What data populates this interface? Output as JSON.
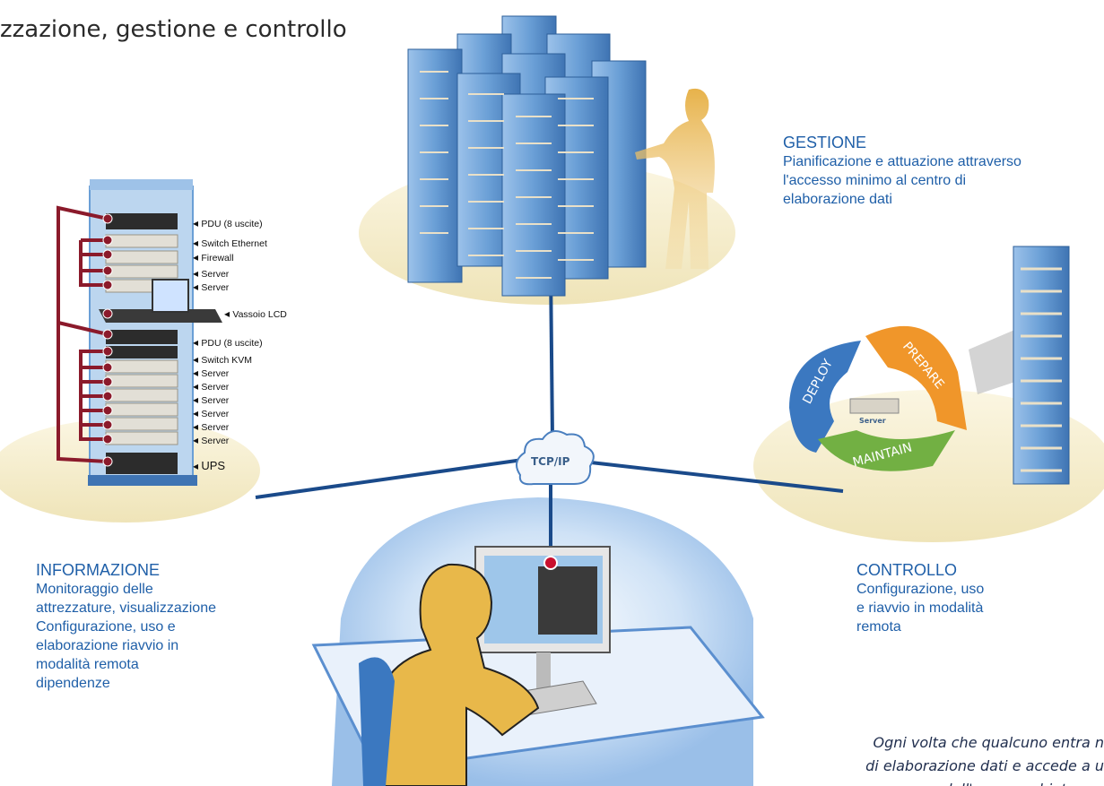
{
  "title": "zzazione, gestione e controllo",
  "gestione": {
    "heading": "GESTIONE",
    "lines": [
      "Pianificazione e attuazione attraverso",
      "l'accesso minimo al centro di",
      "elaborazione dati"
    ]
  },
  "informazione": {
    "heading": "INFORMAZIONE",
    "lines": [
      "Monitoraggio delle",
      "attrezzature, visualizzazione",
      "Configurazione, uso e",
      "elaborazione  riavvio in",
      "modalità remota",
      "dipendenze"
    ]
  },
  "controllo": {
    "heading": "CONTROLLO",
    "lines": [
      "Configurazione, uso",
      "e riavvio in modalità",
      "remota"
    ]
  },
  "rack_labels": [
    "PDU (8 uscite)",
    "Switch Ethernet",
    "Firewall",
    "Server",
    "Server",
    "Vassoio LCD",
    "PDU (8 uscite)",
    "Switch KVM",
    "Server",
    "Server",
    "Server",
    "Server",
    "Server",
    "Server",
    "UPS"
  ],
  "cloud_label": "TCP/IP",
  "cycle": {
    "prepare": "PREPARE",
    "deploy": "DEPLOY",
    "maintain": "MAINTAIN",
    "center": "Server"
  },
  "quote_lines": [
    "Ogni volta che qualcuno entra n",
    "di elaborazione dati e  accede a u",
    "dell'apparecchiatura..."
  ],
  "colors": {
    "text_blue": "#1f5fa8",
    "cable": "#8b1a2b",
    "link": "#1a4a8a",
    "platform": "#f4ecc8",
    "rack_blue": "#6a9fd6",
    "person": "#e8b84a",
    "prepare": "#f0962a",
    "deploy": "#3b78c0",
    "maintain": "#72b043"
  }
}
